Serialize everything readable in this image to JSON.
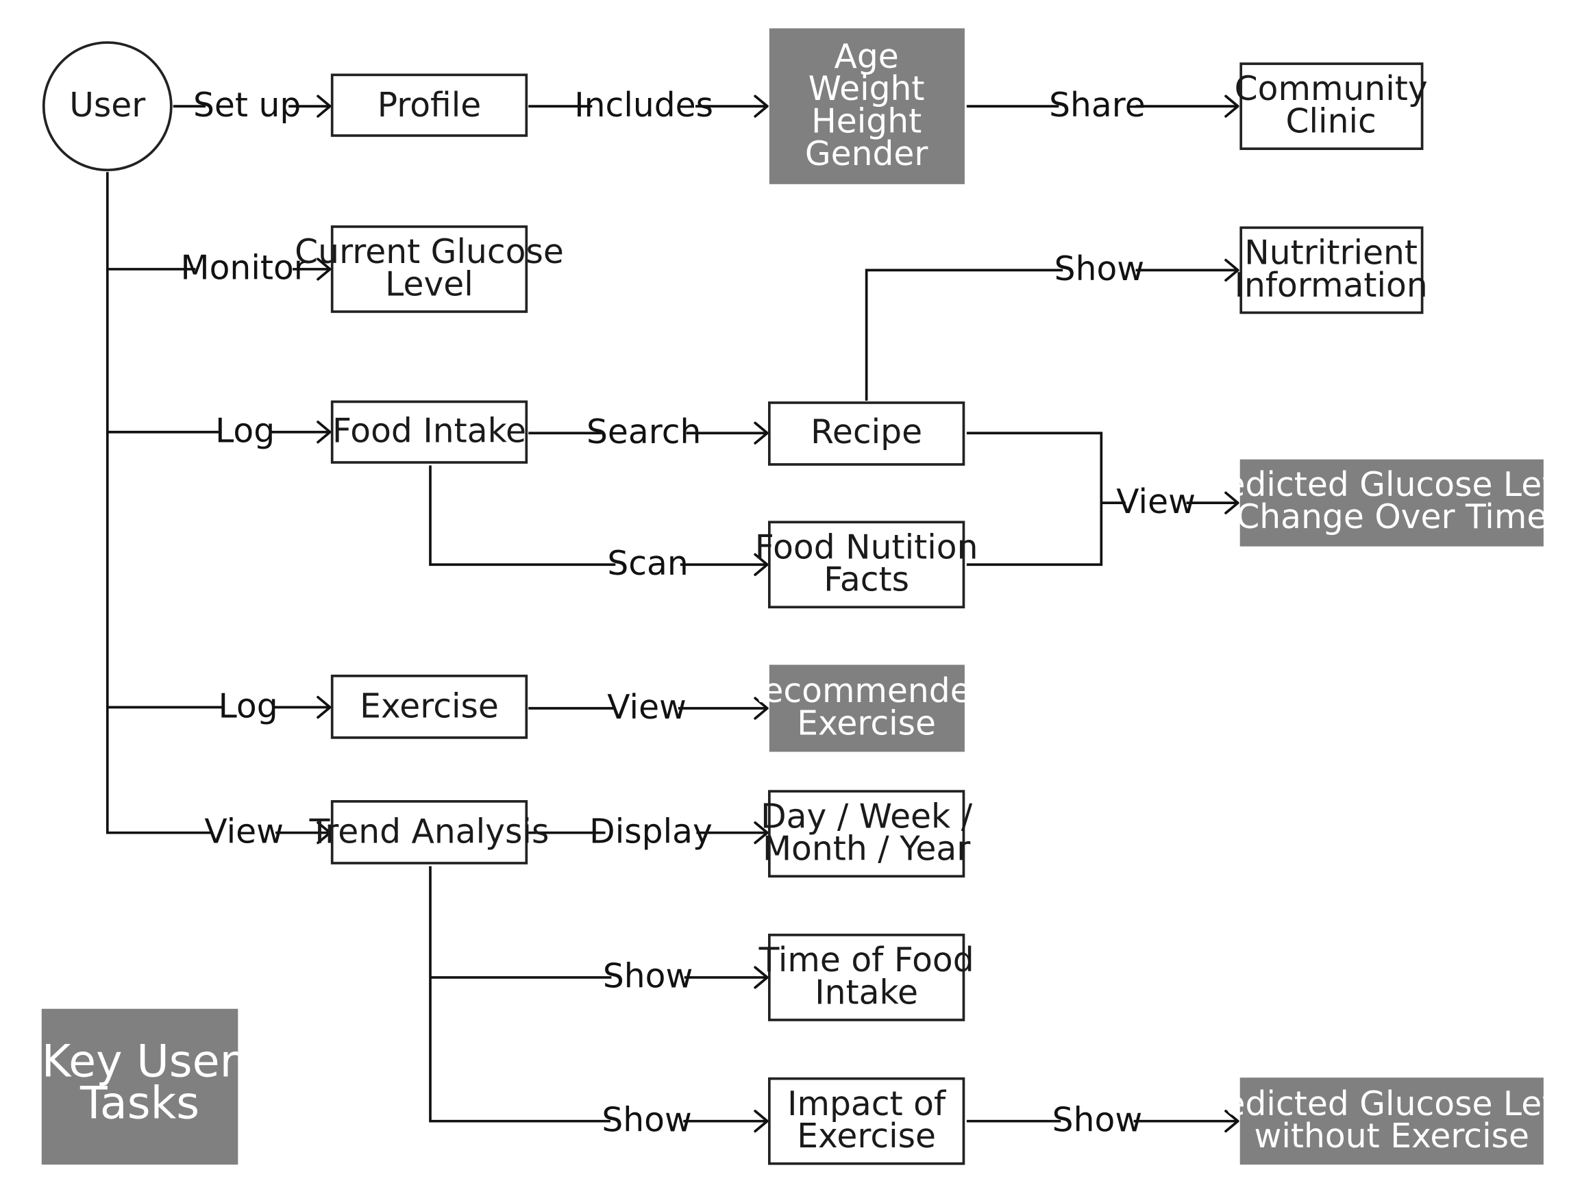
{
  "nodes": {
    "user": {
      "lines": [
        "User"
      ]
    },
    "profile": {
      "lines": [
        "Profile"
      ]
    },
    "demographics": {
      "lines": [
        "Age",
        "Weight",
        "Height",
        "Gender"
      ]
    },
    "community_clinic": {
      "lines": [
        "Community",
        "Clinic"
      ]
    },
    "current_glucose": {
      "lines": [
        "Current Glucose",
        "Level"
      ]
    },
    "nutrient_info": {
      "lines": [
        "Nutritrient",
        "Information"
      ]
    },
    "food_intake": {
      "lines": [
        "Food Intake"
      ]
    },
    "recipe": {
      "lines": [
        "Recipe"
      ]
    },
    "food_nutrition_facts": {
      "lines": [
        "Food Nutition",
        "Facts"
      ]
    },
    "predicted_glucose_time": {
      "lines": [
        "Predicted Glucose Level",
        "Change Over Time"
      ]
    },
    "exercise": {
      "lines": [
        "Exercise"
      ]
    },
    "recommended_exercise": {
      "lines": [
        "Recommended",
        "Exercise"
      ]
    },
    "trend_analysis": {
      "lines": [
        "Trend Analysis"
      ]
    },
    "day_week_month_year": {
      "lines": [
        "Day / Week /",
        "Month / Year"
      ]
    },
    "time_of_food_intake": {
      "lines": [
        "Time of Food",
        "Intake"
      ]
    },
    "impact_of_exercise": {
      "lines": [
        "Impact of",
        "Exercise"
      ]
    },
    "predicted_glucose_no_exercise": {
      "lines": [
        "Predicted Glucose Level",
        "without Exercise"
      ]
    }
  },
  "edges": {
    "setup": "Set up",
    "includes": "Includes",
    "share": "Share",
    "monitor": "Monitor",
    "show_nutrient": "Show",
    "log_food": "Log",
    "search": "Search",
    "scan": "Scan",
    "view_predicted": "View",
    "log_exercise": "Log",
    "view_recommended": "View",
    "view_trend": "View",
    "display": "Display",
    "show_time": "Show",
    "show_impact": "Show",
    "show_predicted_no_ex": "Show"
  },
  "legend": {
    "lines": [
      "Key User",
      "Tasks"
    ]
  },
  "colors": {
    "filled": "#808080",
    "outline": "#222222",
    "text_dark": "#1a1a1a",
    "text_light": "#ffffff"
  }
}
